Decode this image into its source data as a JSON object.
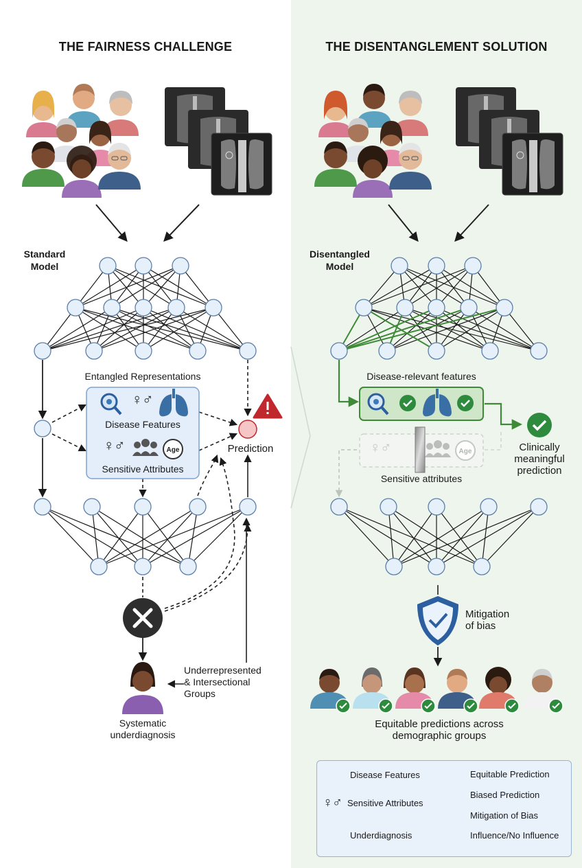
{
  "left": {
    "title": "THE FAIRNESS CHALLENGE",
    "model_label_1": "Standard",
    "model_label_2": "Model",
    "entangled_label": "Entangled Representations",
    "disease_features": "Disease Features",
    "sensitive_attributes": "Sensitive Attributes",
    "age_badge": "Age",
    "prediction": "Prediction",
    "groups_1": "Underrepresented",
    "groups_2": "& Intersectional",
    "groups_3": "Groups",
    "underdiag_1": "Systematic",
    "underdiag_2": "underdiagnosis"
  },
  "right": {
    "title": "THE DISENTANGLEMENT SOLUTION",
    "model_label_1": "Disentangled",
    "model_label_2": "Model",
    "disease_relevant": "Disease-relevant features",
    "sensitive_attributes": "Sensitive attributes",
    "age_badge": "Age",
    "clinical_1": "Clinically",
    "clinical_2": "meaningful",
    "clinical_3": "prediction",
    "mitigation_1": "Mitigation",
    "mitigation_2": "of bias",
    "equitable_1": "Equitable predictions across",
    "equitable_2": "demographic groups"
  },
  "legend": {
    "disease_features": "Disease Features",
    "sensitive_attributes": "Sensitive Attributes",
    "underdiagnosis": "Underdiagnosis",
    "equitable_prediction": "Equitable Prediction",
    "biased_prediction": "Biased Prediction",
    "mitigation_of_bias": "Mitigation of Bias",
    "influence": "Influence/No Influence"
  },
  "colors": {
    "right_bg": "#eef5ec",
    "node_fill": "#e6f0fb",
    "node_stroke": "#5b7fa8",
    "green": "#3f8a38",
    "check_green": "#2e8b3e",
    "warning_red": "#c0282d",
    "shield_blue": "#2b5fa0"
  }
}
